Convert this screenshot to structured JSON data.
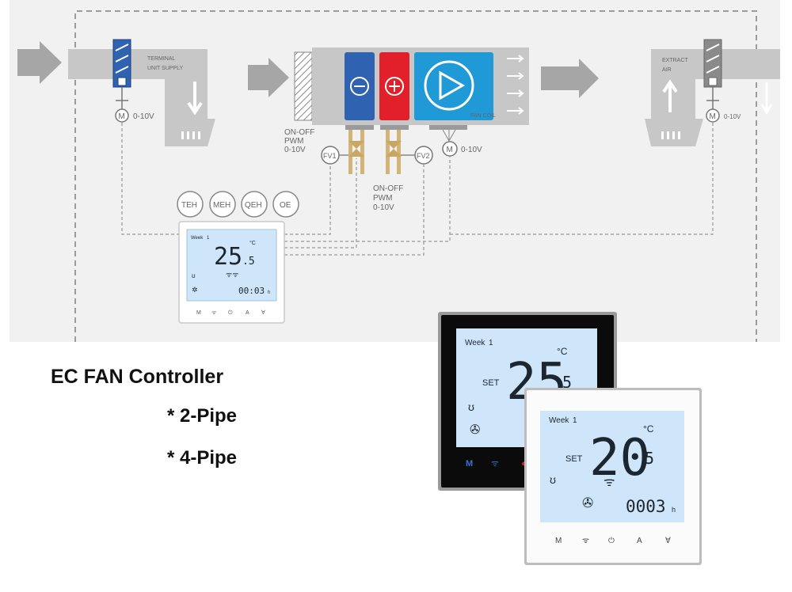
{
  "diagram": {
    "terminal_label": [
      "TERMINAL",
      "UNIT SUPPLY"
    ],
    "extract_label": [
      "EXTRACT",
      "AIR"
    ],
    "fan_coil_label": "FAN COIL",
    "signal_0_10v": "0-10V",
    "motor_symbol": "M",
    "damper_left_signal": [
      "ON-OFF",
      "PWM",
      "0-10V"
    ],
    "valve_signal": [
      "ON-OFF",
      "PWM",
      "0-10V"
    ],
    "valves": [
      "FV1",
      "FV2"
    ],
    "sensors": [
      "TEH",
      "MEH",
      "QEH",
      "OE"
    ],
    "small_display": {
      "week": "Week",
      "week_num": "1",
      "temp_int": "25",
      "temp_dec": ".5",
      "unit": "°C",
      "time": "00:03",
      "time_unit": "h",
      "buttons": [
        "M",
        "ᯤ",
        "⏻",
        "A",
        "∀"
      ]
    }
  },
  "title": {
    "main": "EC FAN Controller",
    "items": [
      "* 2-Pipe",
      "* 4-Pipe"
    ]
  },
  "product_black": {
    "week": "Week",
    "week_num": "1",
    "set_label": "SET",
    "temp_int": "25",
    "temp_dec": "5",
    "unit": "°C",
    "button_m": "M"
  },
  "product_white": {
    "week": "Week",
    "week_num": "1",
    "set_label": "SET",
    "temp_int": "20",
    "temp_dec": "5",
    "unit": "°C",
    "time": "0003",
    "time_unit": "h",
    "buttons": [
      "M",
      "ᯤ",
      "⏻",
      "A",
      "∀"
    ]
  },
  "colors": {
    "panel_bg": "#f1f1f1",
    "duct": "#c7c7c7",
    "arrow": "#a6a6a6",
    "heat_coil": "#e2202a",
    "cool_coil": "#2f63b2",
    "fan_bg": "#1f9ad6",
    "lcd": "#cfe6fa",
    "valve": "#d2b478"
  }
}
